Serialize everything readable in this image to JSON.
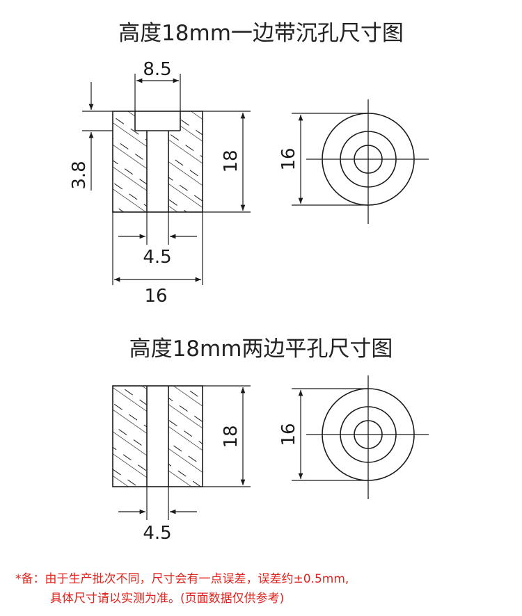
{
  "sections": [
    {
      "title": "高度18mm一边带沉孔尺寸图",
      "dims": {
        "counterbore_width": "8.5",
        "counterbore_depth": "3.8",
        "height": "18",
        "hole": "4.5",
        "outer": "16",
        "diameter": "16"
      }
    },
    {
      "title": "高度18mm两边平孔尺寸图",
      "dims": {
        "height": "18",
        "hole": "4.5",
        "diameter": "16"
      }
    }
  ],
  "note": {
    "line1": "*备：由于生产批次不同，尺寸会有一点误差，误差约±0.5mm,",
    "line2": "具体尺寸请以实测为准。(页面数据仅供参考)"
  },
  "colors": {
    "line": "#1a1a1a",
    "note": "#e0231c",
    "title": "#222222"
  }
}
